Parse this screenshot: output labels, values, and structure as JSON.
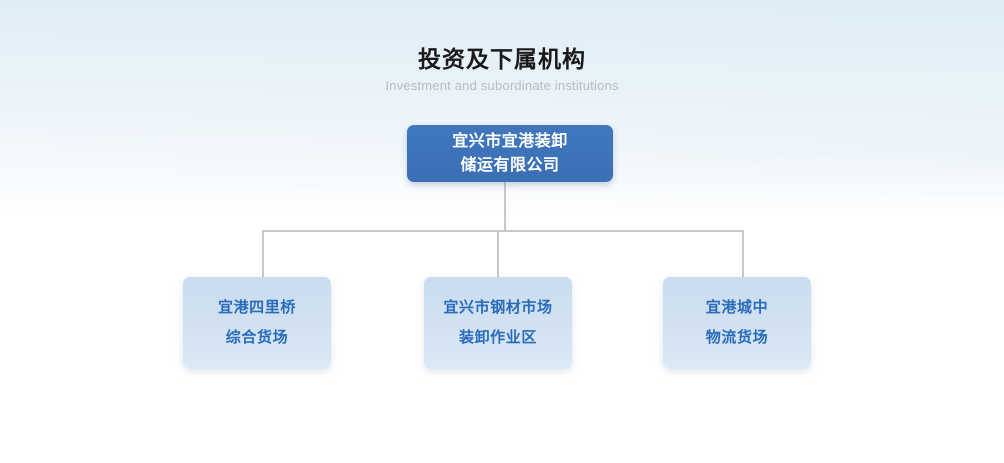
{
  "header": {
    "title": "投资及下属机构",
    "subtitle": "Investment and subordinate institutions"
  },
  "colors": {
    "root_node_bg": "#3a72b8",
    "root_node_text": "#ffffff",
    "child_node_bg": "#d0e0f1",
    "child_node_text": "#2a6cba",
    "connector": "#c8c8c8",
    "title_text": "#1a1a1a",
    "subtitle_text": "#b8bcc0",
    "background_top": "#e3eef6",
    "background_bottom": "#ffffff"
  },
  "org_chart": {
    "root": {
      "lines": [
        "宜兴市宜港装卸",
        "储运有限公司"
      ]
    },
    "children": [
      {
        "lines": [
          "宜港四里桥",
          "综合货场"
        ]
      },
      {
        "lines": [
          "宜兴市钢材市场",
          "装卸作业区"
        ]
      },
      {
        "lines": [
          "宜港城中",
          "物流货场"
        ]
      }
    ]
  }
}
